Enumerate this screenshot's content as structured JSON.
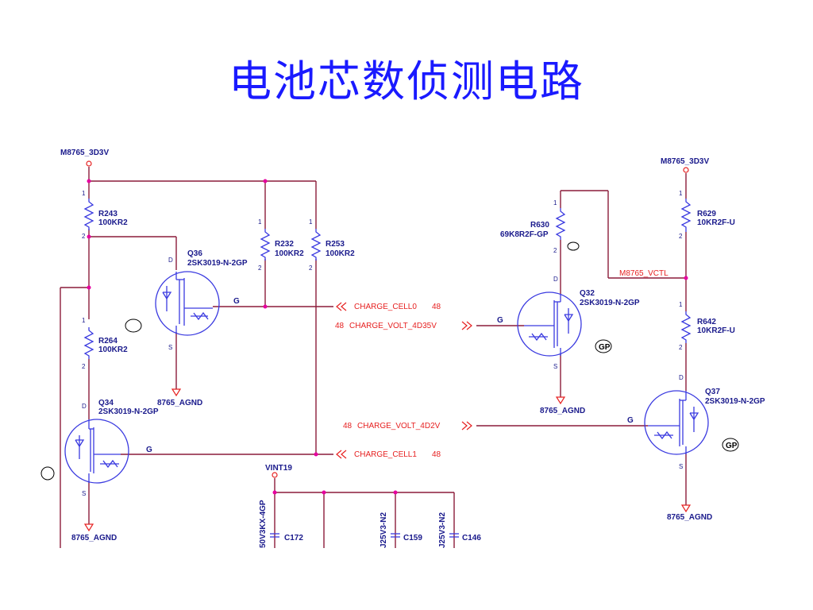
{
  "title": "电池芯数侦测电路",
  "nets": {
    "vcc_left": "M8765_3D3V",
    "vcc_right": "M8765_3D3V",
    "vctl": "M8765_VCTL",
    "vint": "VINT19",
    "gnd_q36": "8765_AGND",
    "gnd_q34": "8765_AGND",
    "gnd_q32": "8765_AGND",
    "gnd_q37": "8765_AGND"
  },
  "signals": {
    "cell0": "CHARGE_CELL0",
    "cell0_ref": "48",
    "volt_4d35v": "CHARGE_VOLT_4D35V",
    "volt_4d35v_ref": "48",
    "cell1": "CHARGE_CELL1",
    "cell1_ref": "48",
    "volt_4d2v": "CHARGE_VOLT_4D2V",
    "volt_4d2v_ref": "48"
  },
  "resistors": {
    "r243": {
      "ref": "R243",
      "value": "100KR2"
    },
    "r264": {
      "ref": "R264",
      "value": "100KR2"
    },
    "r232": {
      "ref": "R232",
      "value": "100KR2"
    },
    "r253": {
      "ref": "R253",
      "value": "100KR2"
    },
    "r630": {
      "ref": "R630",
      "value": "69K8R2F-GP"
    },
    "r629": {
      "ref": "R629",
      "value": "10KR2F-U"
    },
    "r642": {
      "ref": "R642",
      "value": "10KR2F-U"
    }
  },
  "transistors": {
    "q36": {
      "ref": "Q36",
      "value": "2SK3019-N-2GP"
    },
    "q34": {
      "ref": "Q34",
      "value": "2SK3019-N-2GP"
    },
    "q32": {
      "ref": "Q32",
      "value": "2SK3019-N-2GP"
    },
    "q37": {
      "ref": "Q37",
      "value": "2SK3019-N-2GP"
    }
  },
  "capacitors": {
    "c172": {
      "ref": "C172",
      "value": "50V3KX-4GP"
    },
    "c159": {
      "ref": "C159",
      "value": "J25V3-N2"
    },
    "c146": {
      "ref": "C146",
      "value": "J25V3-N2"
    }
  },
  "pins": {
    "one": "1",
    "two": "2",
    "d": "D",
    "s": "S",
    "g": "G"
  },
  "marks": {
    "gp": "GP"
  }
}
